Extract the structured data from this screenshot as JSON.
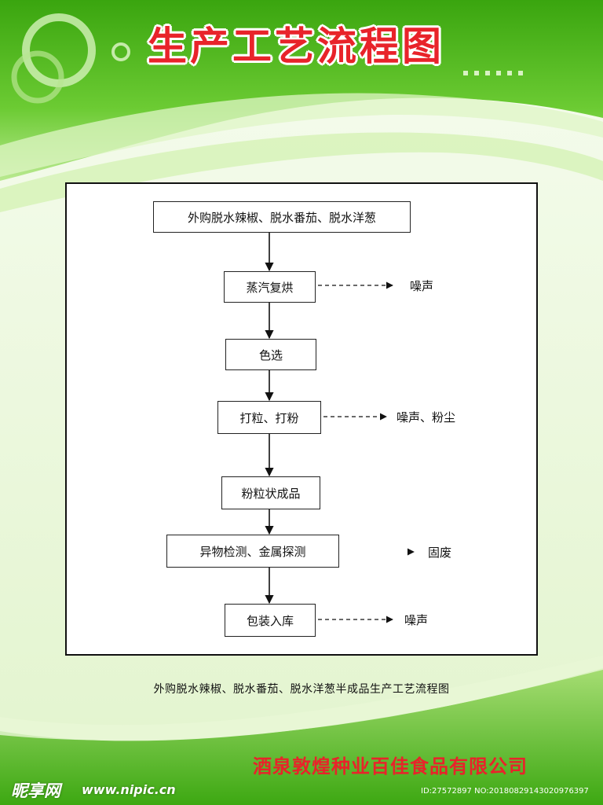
{
  "title": "生产工艺流程图",
  "steps": [
    {
      "label": "外购脱水辣椒、脱水番茄、脱水洋葱"
    },
    {
      "label": "蒸汽复烘"
    },
    {
      "label": "色选"
    },
    {
      "label": "打粒、打粉"
    },
    {
      "label": "粉粒状成品"
    },
    {
      "label": "异物检测、金属探测"
    },
    {
      "label": "包装入库"
    }
  ],
  "outputs": [
    {
      "from_step": 1,
      "label": "噪声",
      "line": "dashed"
    },
    {
      "from_step": 3,
      "label": "噪声、粉尘",
      "line": "dashed"
    },
    {
      "from_step": 5,
      "label": "固废",
      "line": "none"
    },
    {
      "from_step": 6,
      "label": "噪声",
      "line": "dashed"
    }
  ],
  "caption": "外购脱水辣椒、脱水番茄、脱水洋葱半成品生产工艺流程图",
  "company": "酒泉敦煌种业百佳食品有限公司",
  "watermark": {
    "logo": "昵享网",
    "url": "www.nipic.cn",
    "id": "ID:27572897 NO:20180829143020976397"
  },
  "colors": {
    "title": "#e8232a",
    "company": "#e8232a",
    "green_dark": "#4bb51c",
    "green_light": "#b6e690",
    "panel": "#ffffff"
  }
}
